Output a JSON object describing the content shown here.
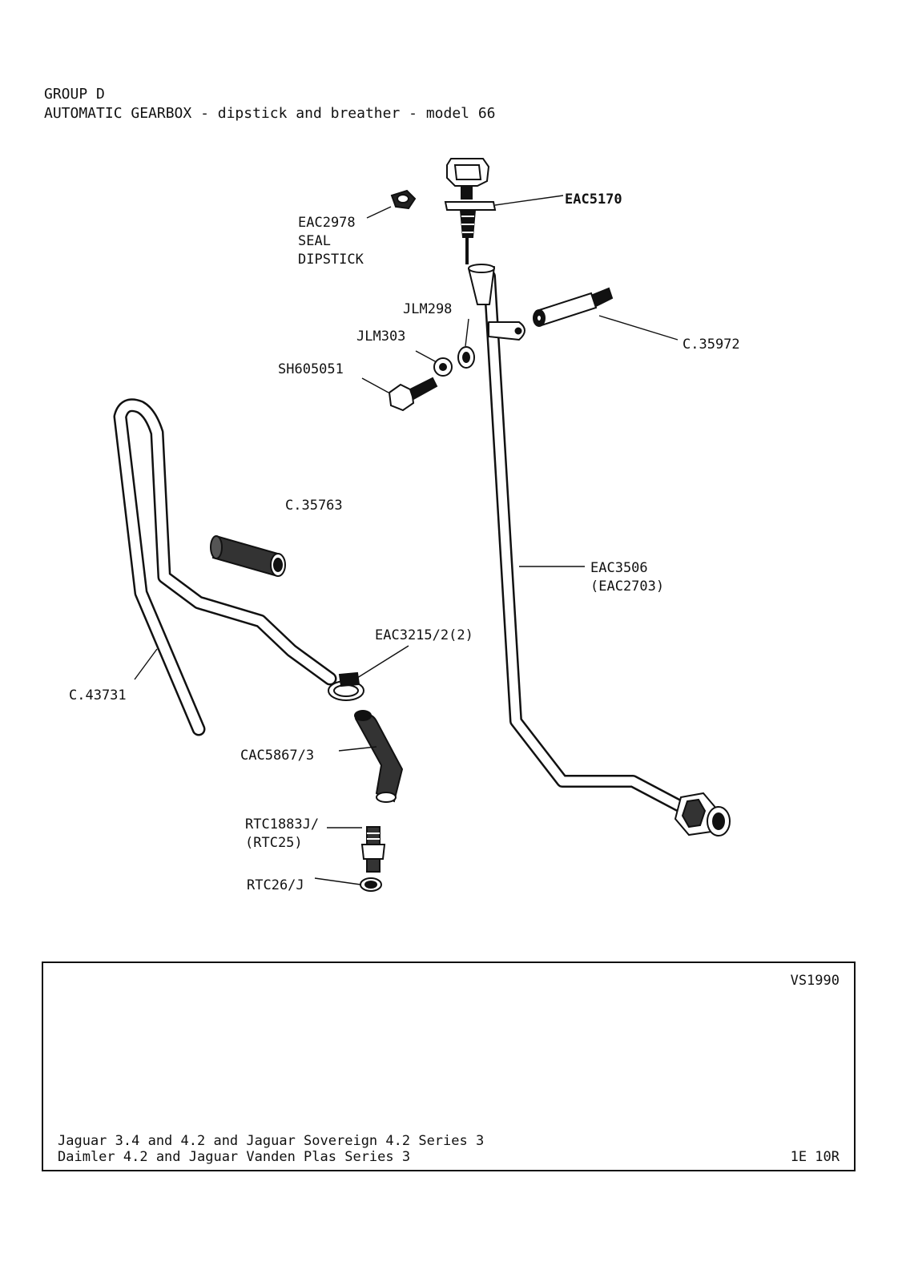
{
  "header": {
    "group": "GROUP D",
    "title": "AUTOMATIC GEARBOX - dipstick and breather - model 66"
  },
  "parts": {
    "eac5170": "EAC5170",
    "eac2978": "EAC2978",
    "seal": "SEAL",
    "dipstick": "DIPSTICK",
    "jlm298": "JLM298",
    "jlm303": "JLM303",
    "sh605051": "SH605051",
    "c35972": "C.35972",
    "c35763": "C.35763",
    "eac3506": "EAC3506",
    "eac2703": "(EAC2703)",
    "eac3215": "EAC3215/2(2)",
    "c43731": "C.43731",
    "cac5867": "CAC5867/3",
    "rtc1883j": "RTC1883J/",
    "rtc25": "(RTC25)",
    "rtc26j": "RTC26/J"
  },
  "footer": {
    "ref_code": "VS1990",
    "applicability_line1": "Jaguar 3.4 and 4.2 and Jaguar Sovereign 4.2 Series 3",
    "applicability_line2": "Daimler 4.2 and Jaguar Vanden Plas Series 3",
    "page_code": "1E 10R"
  }
}
